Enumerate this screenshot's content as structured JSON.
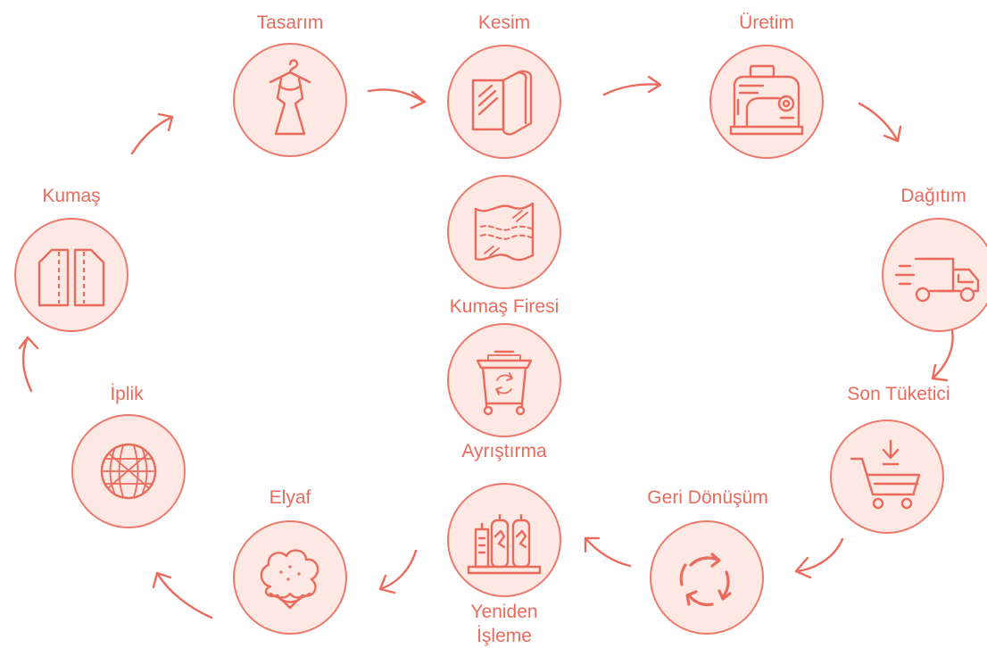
{
  "colors": {
    "accent": "#ea6b5c",
    "node_fill": "#fde8e3",
    "background": "#ffffff"
  },
  "nodes": {
    "tasarim": {
      "label": "Tasarım",
      "icon": "dress-on-hanger-icon"
    },
    "kesim": {
      "label": "Kesim",
      "icon": "fabric-roll-icon"
    },
    "uretim": {
      "label": "Üretim",
      "icon": "sewing-machine-icon"
    },
    "dagitim": {
      "label": "Dağıtım",
      "icon": "delivery-truck-icon"
    },
    "son_tuketici": {
      "label": "Son Tüketici",
      "icon": "shopping-cart-icon"
    },
    "geri_donusum": {
      "label": "Geri Dönüşüm",
      "icon": "recycle-arrows-icon"
    },
    "yeniden_isleme": {
      "label_line1": "Yeniden",
      "label_line2": "İşleme",
      "icon": "processing-machine-icon"
    },
    "elyaf": {
      "label": "Elyaf",
      "icon": "cotton-boll-icon"
    },
    "iplik": {
      "label": "İplik",
      "icon": "yarn-ball-icon"
    },
    "kumas": {
      "label": "Kumaş",
      "icon": "fabric-panels-icon"
    },
    "kumas_firesi": {
      "label": "Kumaş Firesi",
      "icon": "fabric-scrap-icon"
    },
    "ayristirma": {
      "label": "Ayrıştırma",
      "icon": "recycling-bin-icon"
    }
  }
}
